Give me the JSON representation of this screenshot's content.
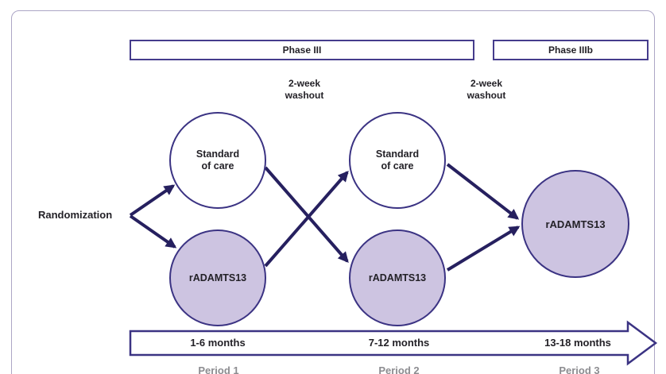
{
  "phases": [
    {
      "label": "Phase III"
    },
    {
      "label": "Phase IIIb"
    }
  ],
  "washouts": [
    {
      "text": "2-week\nwashout"
    },
    {
      "text": "2-week\nwashout"
    }
  ],
  "randomization_label": "Randomization",
  "circles": [
    {
      "label": "Standard\nof care"
    },
    {
      "label": "Standard\nof care"
    },
    {
      "label": "rADAMTS13"
    },
    {
      "label": "rADAMTS13"
    },
    {
      "label": "rADAMTS13"
    }
  ],
  "timeline": {
    "months": [
      "1-6 months",
      "7-12 months",
      "13-18 months"
    ],
    "periods": [
      "Period 1",
      "Period 2",
      "Period 3"
    ]
  },
  "colors": {
    "arrow": "#26205f",
    "circle_border": "#3b3383",
    "circle_fill": "#cdc4e1",
    "box_border": "#453c8c",
    "text_dark": "#232127",
    "period_gray": "#8c8c90",
    "card_border": "#aca6c6",
    "card_bg": "#ffffff"
  }
}
